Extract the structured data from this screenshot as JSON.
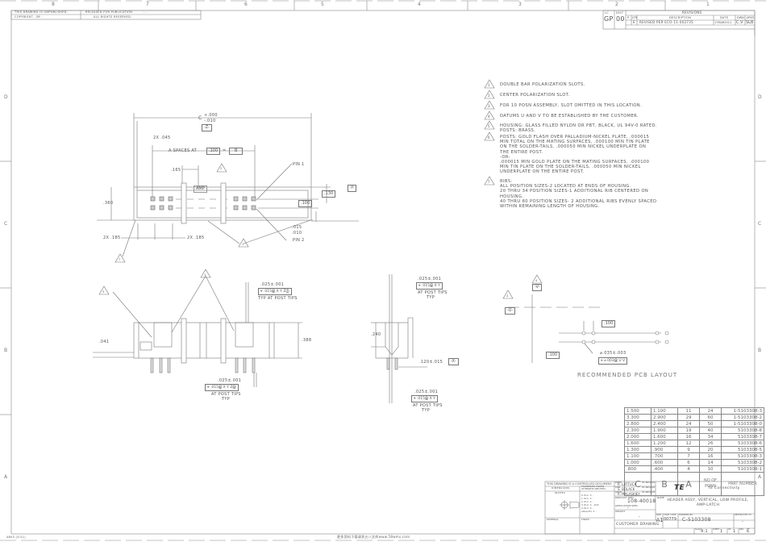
{
  "frame": {
    "zones_top": [
      "8",
      "7",
      "6",
      "5",
      "4",
      "3",
      "2",
      "1"
    ],
    "zones_side": [
      "D",
      "C",
      "B",
      "A"
    ],
    "header_left": "THIS DRAWING IS UNPUBLISHED.",
    "header_copyright": "COPYRIGHT - BY -",
    "header_mid": "RELEASED FOR PUBLICATION",
    "header_rights": "ALL RIGHTS RESERVED.",
    "header_right": "- -",
    "bottom_left": "4805 (3/11)",
    "watermark": "更多资料下载请到五八文库www.58wms.com"
  },
  "revisions": {
    "lc_label": "LC",
    "lc": "GP",
    "dist_label": "DIST",
    "dist": "00",
    "title": "REVISIONS",
    "headers": [
      "P",
      "LTR",
      "DESCRIPTION",
      "DATE",
      "DWN",
      "APVD"
    ],
    "rows": [
      {
        "p": "",
        "ltr": "E",
        "desc": "REVISED PER ECO-11-002735",
        "date": "17MAR2011",
        "dwn": "C.V",
        "apvd": "SLB"
      }
    ]
  },
  "notes": [
    {
      "n": "1",
      "text": "DOUBLE BAR POLARIZATION SLOTS."
    },
    {
      "n": "2",
      "text": "CENTER POLARIZATION SLOT."
    },
    {
      "n": "3",
      "text": "FOR 10 POSN ASSEMBLY, SLOT OMITTED IN THIS LOCATION."
    },
    {
      "n": "4",
      "text": "DATUMS U AND V TO BE ESTABLISHED BY THE CUSTOMER."
    },
    {
      "n": "5",
      "text": "HOUSING: GLASS FILLED NYLON OR PBT, BLACK, UL 94V-0 RATED.\nPOSTS: BRASS."
    },
    {
      "n": "6",
      "text": "POSTS: GOLD FLASH OVER PALLADIUM-NICKEL PLATE, .000015\nMIN TOTAL ON THE MATING SURFACES, .000100 MIN TIN PLATE\nON THE SOLDER-TAILS, .000050 MIN NICKEL UNDERPLATE ON\nTHE ENTIRE POST.\n-OR-\n.000015 MIN GOLD PLATE ON THE MATING SURFACES, .000100\nMIN TIN PLATE ON THE SOLDER-TAILS, .000050 MIN NICKEL\nUNDERPLATE ON THE ENTIRE POST."
    },
    {
      "n": "7",
      "text": "RIBS:\nALL POSITION SIZES-2 LOCATED AT ENDS OF HOUSING.\n20 THRU 34 POSITION SIZES-1 ADDITIONAL RIB CENTERED ON\nHOUSING.\n40 THRU 60 POSITION SIZES- 2 ADDITIONAL RIBS EVENLY SPACED\nWITHIN REMAINING LENGTH OF HOUSING."
    }
  ],
  "top_view": {
    "dim_c": "C",
    "tol_plus": "+.000",
    "tol_minus": "-.010",
    "datum_z": "-Z-",
    "dim_045": "2X .045",
    "spaces": "A  SPACES AT",
    "spacing": ".100",
    "equals": "=",
    "dim_b": "B",
    "dim_165": ".165",
    "logo": "AMP",
    "dim_360": ".360",
    "dim_130": ".130",
    "datum_y": "-Y-",
    "dim_100": ".100",
    "dim_015": ".015",
    "dim_010": ".010",
    "pin1": "PIN 1",
    "pin2": "PIN 2",
    "dim_185_left": "2X .185",
    "dim_185_right": "2X .185",
    "callout_2": "2",
    "callout_1": "1",
    "callout_7": "7"
  },
  "front_view": {
    "dim_025_top": ".025±.001",
    "fcf_top": "⌖ .015Ⓜ X Y ZⓈ",
    "fcf_top_note": "TYP AT POST TIPS",
    "dim_041": ".041",
    "dim_388": ".388",
    "dim_025_bot": ".025±.001",
    "fcf_bot": "⌖ .015Ⓜ X Y ZⓂ",
    "fcf_bot_note": "AT POST TIPS",
    "fcf_bot_typ": "TYP",
    "callout_3": "3",
    "callout_1": "1"
  },
  "side_view": {
    "dim_025_top": ".025±.001",
    "fcf_top": "⌖ .015Ⓜ X Y",
    "fcf_top_note": "AT POST TIPS",
    "fcf_top_typ": "TYP",
    "dim_240": ".240",
    "dim_120": ".120±.015",
    "datum_x": "-X-",
    "dim_025_bot": ".025±.001",
    "fcf_bot": "⌖ .015Ⓜ X Y",
    "fcf_bot_note": "AT POST TIPS",
    "fcf_bot_typ": "TYP"
  },
  "pcb": {
    "datum_v": "-V-",
    "datum_u": "-U-",
    "callout": "4",
    "dim_100_top": ".100",
    "dim_100_left": ".100",
    "hole": "⌀.035±.003",
    "fcf": "⌖ ⌀.003Ⓜ U V",
    "title": "RECOMMENDED PCB LAYOUT"
  },
  "parts_table": {
    "headers": [
      "C",
      "B",
      "A",
      "NO OF POSN",
      "PART NUMBER"
    ],
    "rows": [
      [
        "1.500",
        "1.100",
        "11",
        "24",
        "1-5103308-3"
      ],
      [
        "3.300",
        "2.900",
        "29",
        "60",
        "1-5103308-2"
      ],
      [
        "2.800",
        "2.400",
        "24",
        "50",
        "1-5103308-0"
      ],
      [
        "2.300",
        "1.900",
        "19",
        "40",
        "5103308-8"
      ],
      [
        "2.000",
        "1.600",
        "16",
        "34",
        "5103308-7"
      ],
      [
        "1.600",
        "1.200",
        "12",
        "26",
        "5103308-6"
      ],
      [
        "1.300",
        ".900",
        "9",
        "20",
        "5103308-5"
      ],
      [
        "1.100",
        ".700",
        "7",
        "16",
        "5103308-3"
      ],
      [
        "1.000",
        ".600",
        "6",
        "14",
        "5103308-2"
      ],
      [
        ".800",
        ".400",
        "4",
        "10",
        "5103308-1"
      ]
    ]
  },
  "title_block": {
    "controlled": "THIS DRAWING IS A CONTROLLED DOCUMENT.",
    "dimensions": "DIMENSIONS:",
    "units": "INCHES",
    "tolerances": "TOLERANCES UNLESS OTHERWISE SPECIFIED:",
    "tol_lines": [
      "0 PLC  ± -",
      "1 PLC  ± -",
      "2 PLC  ± -",
      "3 PLC  ± .005",
      "4 PLC  ± -",
      "ANGLES  ± -"
    ],
    "material": "MATERIAL",
    "finish": "FINISH",
    "dwn_label": "DWN",
    "dwn": "R. LATTUCA",
    "chk_label": "CHK",
    "chk": "S. BOLACK",
    "appr_label": "APVD",
    "appr": "R. MALASKIEY",
    "date": "01-NOV-00",
    "product_spec_label": "PRODUCT SPEC",
    "product_spec": "108-40018",
    "application_spec_label": "APPLICATION SPEC",
    "application_spec": "-",
    "weight_label": "WEIGHT",
    "weight": "-",
    "customer": "CUSTOMER DRAWING",
    "company": "TE Connectivity",
    "logo": "TE",
    "name_label": "NAME",
    "name": "HEADER ASSY, VERTICAL, LOW PROFILE, AMP-LATCH",
    "name_dash": "-",
    "size_label": "SIZE",
    "size": "A1",
    "cage_label": "CAGE CODE",
    "cage": "00779",
    "dwg_label": "DRAWING NO",
    "dwg": "C-5103308",
    "restricted_label": "RESTRICTED TO",
    "restricted": "-",
    "scale_label": "SCALE",
    "scale": "4:1",
    "sheet_label": "SHEET",
    "sheet": "1",
    "of_label": "OF",
    "of": "1",
    "rev_label": "REV",
    "rev": "E"
  }
}
